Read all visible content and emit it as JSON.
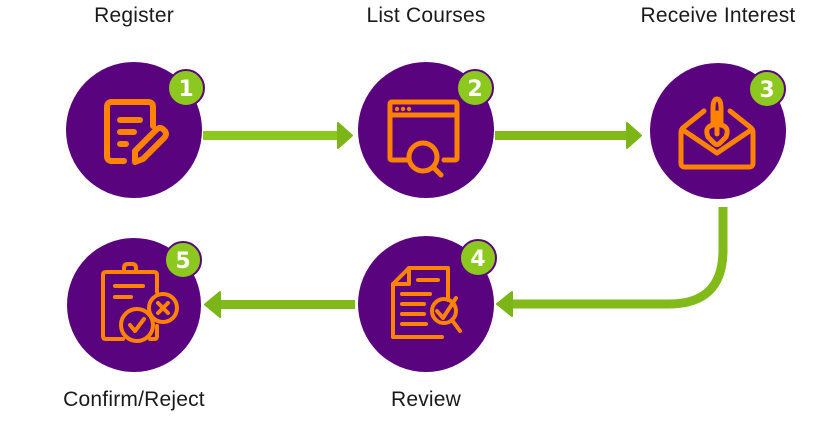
{
  "diagram": {
    "type": "process-flow",
    "colors": {
      "circle": "#5a037e",
      "icon": "#ff8200",
      "badge": "#8cc81e",
      "badge_border": "#5a037e",
      "arrow": "#82ba1a",
      "label": "#1a1a1a"
    },
    "steps": [
      {
        "number": "1",
        "label": "Register",
        "icon": "document-edit-icon"
      },
      {
        "number": "2",
        "label": "List Courses",
        "icon": "browser-search-icon"
      },
      {
        "number": "3",
        "label": "Receive Interest",
        "icon": "envelope-download-icon"
      },
      {
        "number": "4",
        "label": "Review",
        "icon": "document-review-icon"
      },
      {
        "number": "5",
        "label": "Confirm/Reject",
        "icon": "clipboard-approve-reject-icon"
      }
    ],
    "connections": [
      {
        "from": "1",
        "to": "2"
      },
      {
        "from": "2",
        "to": "3"
      },
      {
        "from": "3",
        "to": "4"
      },
      {
        "from": "4",
        "to": "5"
      }
    ]
  }
}
